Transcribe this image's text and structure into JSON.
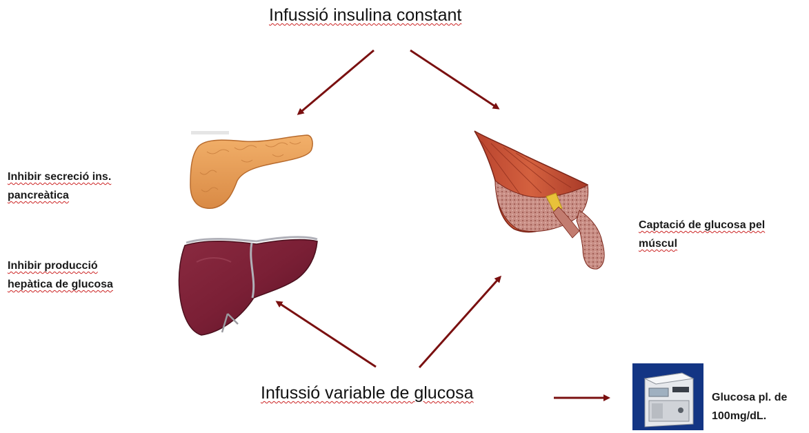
{
  "diagram": {
    "top_title": "Infussió insulina constant",
    "bottom_title": "Infussió variable de glucosa",
    "pancreas_label": [
      "Inhibir secreció ins.",
      "pancreàtica"
    ],
    "liver_label": [
      "Inhibir producció",
      "hepàtica de glucosa"
    ],
    "muscle_label": [
      "Captació de glucosa pel",
      "múscul"
    ],
    "glucose_label": [
      "Glucosa pl. de",
      "100mg/dL."
    ],
    "arrow_color": "#7a1010"
  },
  "icons": {
    "pancreas": "pancreas-icon",
    "liver": "liver-icon",
    "muscle": "muscle-icon",
    "analyzer": "glucose-analyzer-icon"
  }
}
